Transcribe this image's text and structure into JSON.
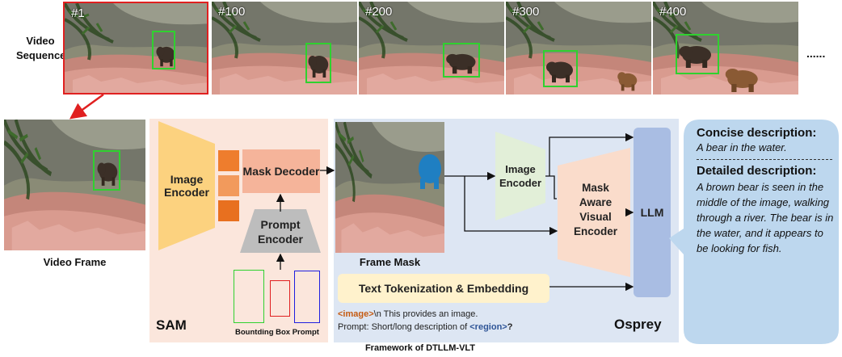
{
  "video_sequence_label": "Video Sequence",
  "frames": [
    "#1",
    "#100",
    "#200",
    "#300",
    "#400"
  ],
  "ellipsis": "......",
  "video_frame_label": "Video Frame",
  "sam": {
    "title": "SAM",
    "image_encoder": "Image Encoder",
    "mask_decoder": "Mask Decoder",
    "prompt_encoder": "Prompt Encoder",
    "bbox_prompt": "Bountding Box Prompt"
  },
  "osprey": {
    "title": "Osprey",
    "frame_mask": "Frame Mask",
    "image_encoder": "Image Encoder",
    "mask_aware": "Mask Aware Visual Encoder",
    "llm": "LLM",
    "text_tokenization": "Text Tokenization & Embedding",
    "prompt_tag_image": "<image>",
    "prompt_line1_rest": "\\n This provides an image.",
    "prompt_line2_start": "Prompt: Short/long description of ",
    "prompt_tag_region": "<region>",
    "prompt_line2_end": "?"
  },
  "output": {
    "concise_title": "Concise description:",
    "concise_text": "A bear in the water.",
    "detailed_title": "Detailed description:",
    "detailed_text": "A brown bear is seen in the middle of the image, walking through a river. The bear is in the water, and it appears to be looking for fish."
  },
  "caption": "Framework of DTLLM-VLT",
  "colors": {
    "sam_bg": "#fbe6dc",
    "osprey_bg": "#dde6f3",
    "image_encoder": "#fcd27f",
    "mask_decoder": "#f5b49a",
    "prompt_encoder": "#bdbdbd",
    "token_orange": "#ee7d2d",
    "osprey_image_encoder": "#e2efd8",
    "mask_aware": "#fadccb",
    "llm": "#a9bde3",
    "text_tokenization": "#fff2cc",
    "output_bubble": "#bdd7ee",
    "frame_box_red": "#e02020",
    "bbox_green": "#2fd12f",
    "bbox_red": "#e02020",
    "bbox_blue": "#1f1fe0",
    "tag_orange": "#c55a11",
    "tag_blue": "#2f5597"
  }
}
